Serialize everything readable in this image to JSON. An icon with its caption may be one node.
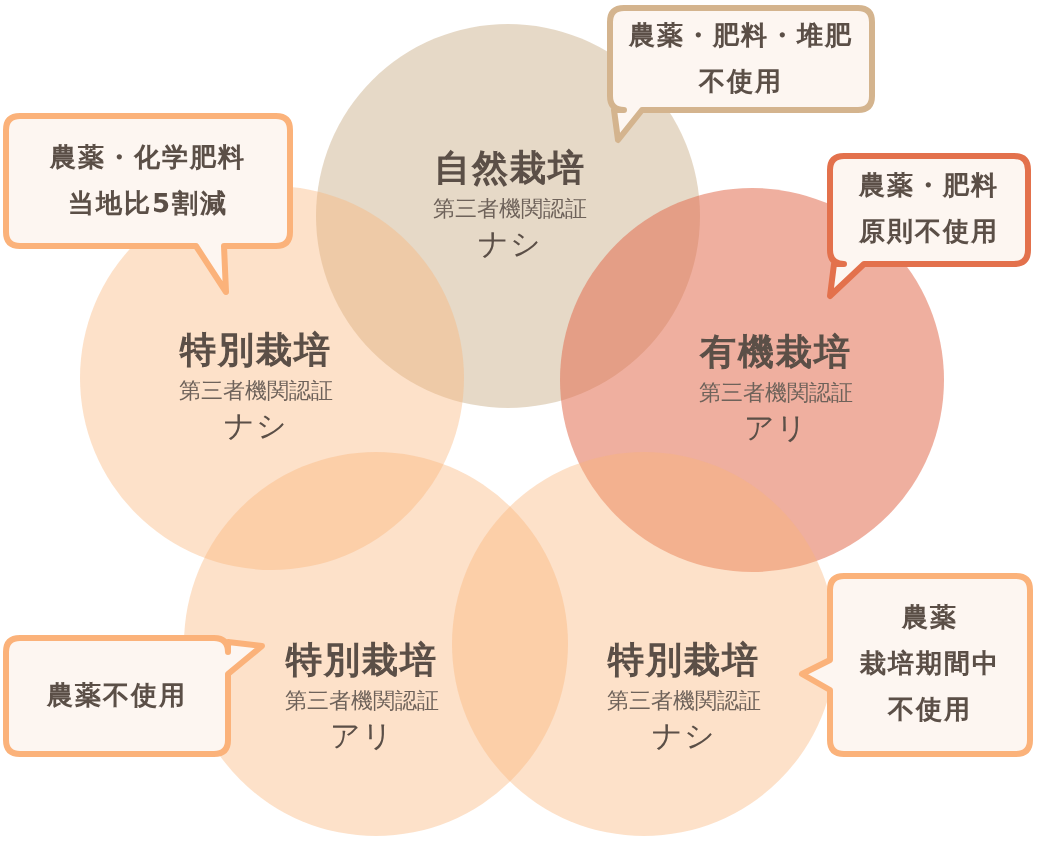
{
  "diagram": {
    "nodes": [
      {
        "text": [
          "自然栽培",
          "第三者機関認証",
          "ナシ"
        ]
      },
      {
        "text": [
          "農薬・肥料・堆肥不使用"
        ]
      },
      {
        "text": [
          "農薬・化学肥料当地比5割減"
        ]
      },
      {
        "text": [
          "特別栽培",
          "第三者機関認証",
          "ナシ"
        ]
      },
      {
        "text": [
          "農薬・肥料原則不使用"
        ]
      },
      {
        "text": [
          "有機栽培",
          "第三者機関認証",
          "アリ"
        ]
      },
      {
        "text": [
          "農薬不使用"
        ]
      },
      {
        "text": [
          "特別栽培",
          "第三者機関認証",
          "アリ"
        ]
      },
      {
        "text": [
          "特別栽培",
          "第三者機関認証",
          "ナシ"
        ]
      },
      {
        "text": [
          "農薬栽培期間中不使用"
        ]
      }
    ]
  }
}
